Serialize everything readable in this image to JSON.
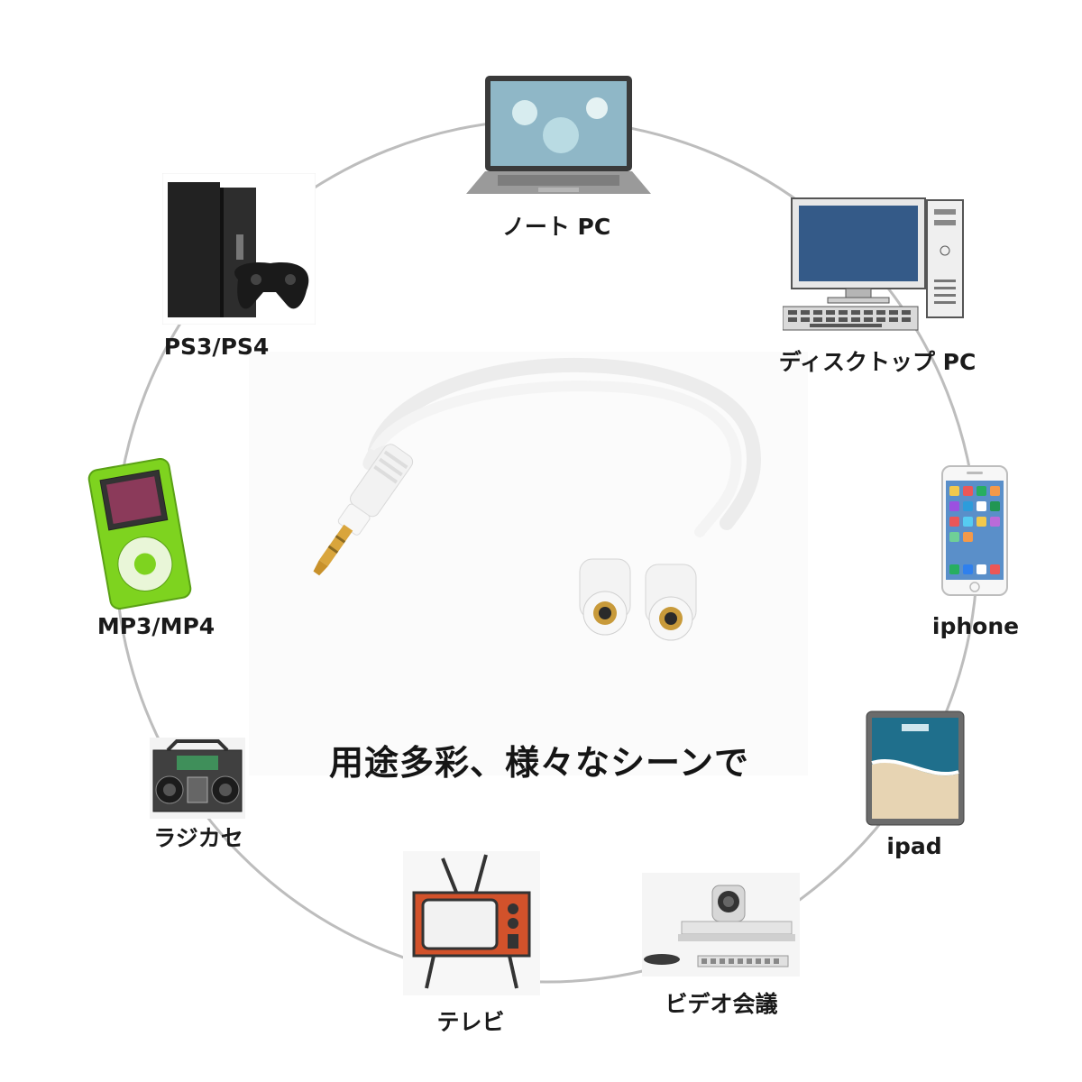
{
  "tagline": "用途多彩、様々なシーンで",
  "devices": {
    "laptop": {
      "label": "ノート PC",
      "icon": "laptop-icon"
    },
    "desktop": {
      "label": "ディスクトップ PC",
      "icon": "desktop-pc-icon"
    },
    "iphone": {
      "label": "iphone",
      "icon": "smartphone-icon"
    },
    "ipad": {
      "label": "ipad",
      "icon": "tablet-icon"
    },
    "video_conf": {
      "label": "ビデオ会議",
      "icon": "video-conference-icon"
    },
    "tv": {
      "label": "テレビ",
      "icon": "television-icon"
    },
    "radio": {
      "label": "ラジカセ",
      "icon": "boombox-icon"
    },
    "mp3": {
      "label": "MP3/MP4",
      "icon": "mp3-player-icon"
    },
    "ps": {
      "label": "PS3/PS4",
      "icon": "game-console-icon"
    }
  },
  "product": {
    "icon": "audio-splitter-cable-icon"
  }
}
